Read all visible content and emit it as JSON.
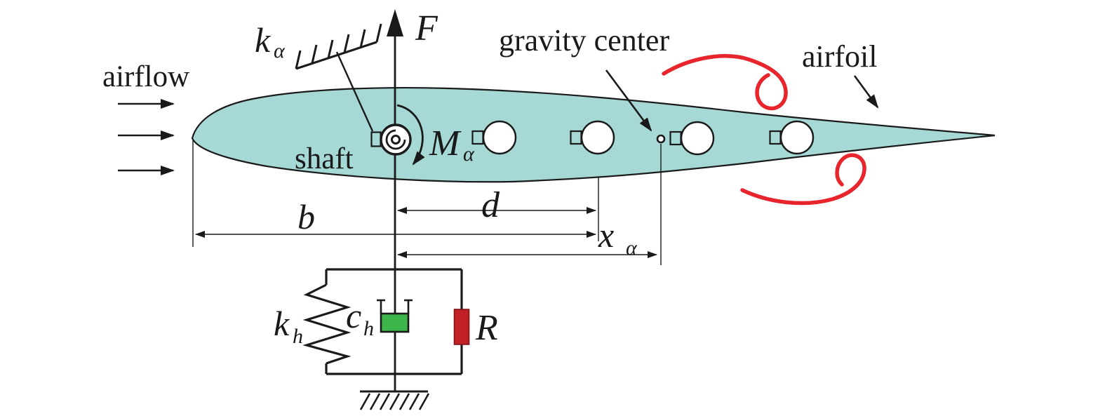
{
  "figure": {
    "labels": {
      "airflow": "airflow",
      "gravity_center": "gravity center",
      "airfoil": "airfoil",
      "shaft": "shaft",
      "force": "F",
      "pitch_spring": {
        "base": "k",
        "sub": "α"
      },
      "moment": {
        "base": "M",
        "sub": "α"
      },
      "distance": "d",
      "semichord": "b",
      "unbalance": {
        "base": "x",
        "sub": "α"
      },
      "plunge_spring": {
        "base": "k",
        "sub": "h"
      },
      "plunge_damper": {
        "base": "c",
        "sub": "h"
      },
      "resistance": "R"
    },
    "colors": {
      "airfoil_fill": "#a6d9d5",
      "outline": "#1a1a1a",
      "vortex_red": "#e8252c",
      "damper_green": "#3eb54b",
      "resistor_red": "#c02026"
    }
  }
}
